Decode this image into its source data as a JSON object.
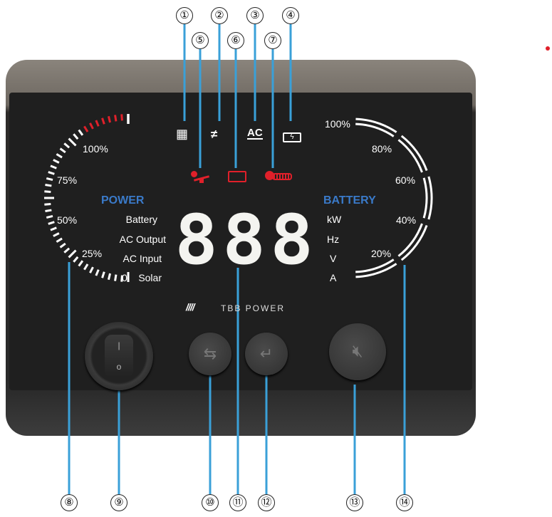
{
  "callouts": {
    "top": [
      "①",
      "②",
      "③",
      "④"
    ],
    "second": [
      "⑤",
      "⑥",
      "⑦"
    ],
    "bottom": [
      "⑧",
      "⑨",
      "⑩",
      "⑪",
      "⑫",
      "⑬",
      "⑭"
    ]
  },
  "status_icons": {
    "solar": "solar-panel-icon",
    "ac_input": "lightning-ac-icon",
    "ac_label": "AC",
    "charging": "battery-charging-icon",
    "overload": "overload-icon",
    "low_battery": "low-battery-icon",
    "temperature": "thermometer-icon"
  },
  "power_gauge": {
    "title": "POWER",
    "ticks": [
      "100%",
      "75%",
      "50%",
      "25%",
      "0"
    ],
    "modes": [
      "Battery",
      "AC Output",
      "AC Input",
      "Solar"
    ]
  },
  "battery_gauge": {
    "title": "BATTERY",
    "ticks": [
      "100%",
      "80%",
      "60%",
      "40%",
      "20%"
    ],
    "units": [
      "kW",
      "Hz",
      "V",
      "A"
    ]
  },
  "display": {
    "digits": "888"
  },
  "brand": {
    "logo_text": "TBB POWER"
  },
  "colors": {
    "accent": "#3aa0d8",
    "warning": "#e0202a",
    "title": "#3a7ac9"
  }
}
